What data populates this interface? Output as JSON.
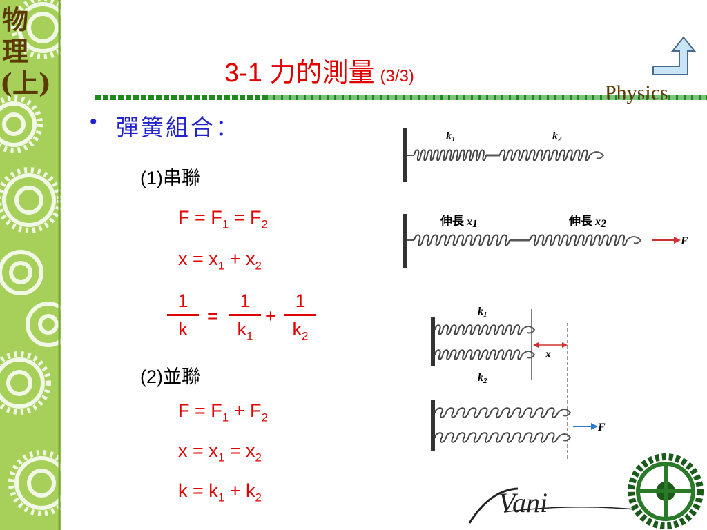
{
  "sidebar": {
    "title": "物理(上)"
  },
  "title": {
    "main": "3-1 力的測量",
    "page": "(3/3)"
  },
  "brand": "Physics",
  "bullet": "•",
  "heading": "彈簧組合：",
  "series": {
    "label": "(1)串聯",
    "eq1": {
      "a": "F = F",
      "s1": "1",
      "b": " = F",
      "s2": "2"
    },
    "eq2": {
      "a": "x = x",
      "s1": "1",
      "b": " + x",
      "s2": "2"
    },
    "frac": {
      "n1": "1",
      "d1": "k",
      "eq": "=",
      "n2": "1",
      "d2": "k",
      "d2sub": "1",
      "plus": "+",
      "n3": "1",
      "d3": "k",
      "d3sub": "2"
    }
  },
  "parallel": {
    "label": "(2)並聯",
    "eq1": {
      "a": "F = F",
      "s1": "1",
      "b": " + F",
      "s2": "2"
    },
    "eq2": {
      "a": "x = x",
      "s1": "1",
      "b": " = x",
      "s2": "2"
    },
    "eq3": {
      "a": "k = k",
      "s1": "1",
      "b": " + k",
      "s2": "2"
    }
  },
  "diagram_top": {
    "k1": "k",
    "k1sub": "1",
    "k2": "k",
    "k2sub": "2"
  },
  "diagram_stretched": {
    "ext1": "伸長",
    "x1": "x",
    "x1sub": "1",
    "ext2": "伸長",
    "x2": "x",
    "x2sub": "2",
    "force": "F"
  },
  "diagram_parallel": {
    "k1": "k",
    "k1sub": "1",
    "k2": "k",
    "k2sub": "2",
    "x": "x",
    "force": "F"
  },
  "logo": "Vani",
  "colors": {
    "title": "#e00000",
    "heading": "#2222cc",
    "strip": "#a6d05a",
    "divider": "#1e8a1e"
  }
}
